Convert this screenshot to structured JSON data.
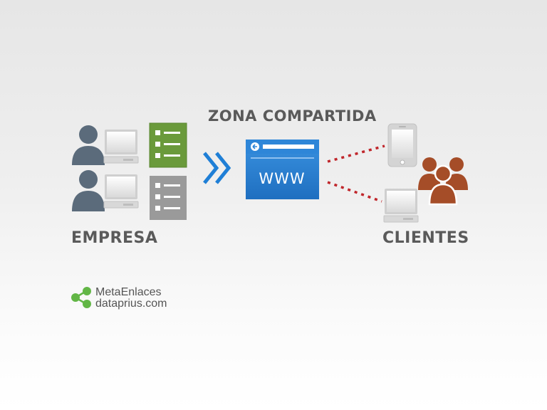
{
  "labels": {
    "shared_zone": "ZONA COMPARTIDA",
    "company": "EMPRESA",
    "clients": "CLIENTES"
  },
  "browser": {
    "text": "WWW"
  },
  "logo": {
    "line1": "MetaEnlaces",
    "line2": "dataprius.com"
  },
  "colors": {
    "company_person": "#5b6b7b",
    "client_group": "#a54d28",
    "list_green": "#6a9a3b",
    "list_gray": "#9a9a9a",
    "browser_blue": "#2a7fd0",
    "arrows": "#1f7fd6",
    "dotted_lines": "#c0262b",
    "logo_green": "#62b646"
  },
  "icons": [
    "person-icon",
    "desktop-computer-icon",
    "list-icon",
    "double-chevron-icon",
    "browser-window-icon",
    "smartphone-icon",
    "group-people-icon"
  ]
}
